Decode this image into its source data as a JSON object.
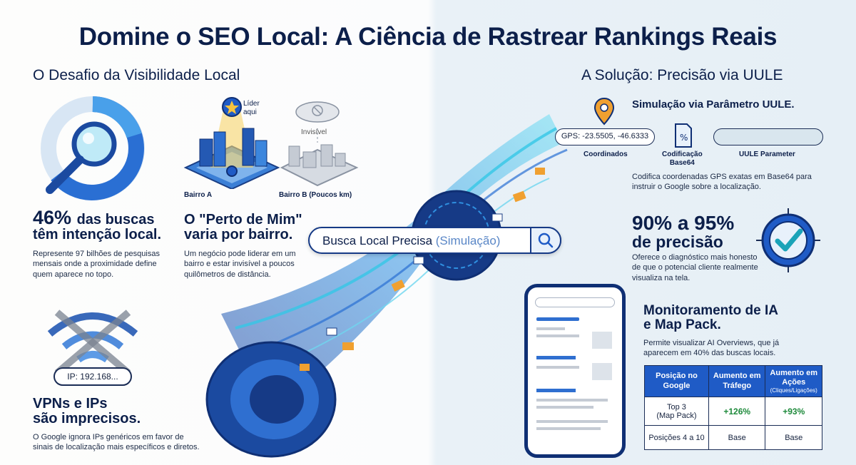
{
  "title": "Domine o SEO Local: A Ciência de Rastrear Rankings Reais",
  "left": {
    "heading": "O Desafio da Visibilidade Local",
    "stat1": {
      "big": "46%",
      "big_rest": "das buscas",
      "line2": "têm intenção local.",
      "desc": [
        "Represente 97 bilhões de pesquisas",
        "mensais onde a proximidade define",
        "quem aparece no topo."
      ]
    },
    "stat2": {
      "line1": "O \"Perto de Mim\"",
      "line2": "varia por bairro.",
      "desc": [
        "Um negócio pode liderar em um",
        "bairro e estar invisível a poucos",
        "quilômetros de distância."
      ]
    },
    "map": {
      "leader": [
        "Líder",
        "aqui"
      ],
      "invisible": "Invisível",
      "bairro_a": "Bairro A",
      "bairro_b": "Bairro B (Poucos km)"
    },
    "vpn": {
      "ip": "IP: 192.168...",
      "line1": "VPNs e IPs",
      "line2": "são imprecisos.",
      "desc": [
        "O Google ignora IPs genéricos em favor de",
        "sinais de localização mais específicos e diretos."
      ]
    }
  },
  "search": {
    "main": "Busca Local Precisa",
    "hint": "(Simulação)"
  },
  "right": {
    "heading": "A Solução: Precisão via UULE",
    "subheading": "Simulação via Parâmetro UULE.",
    "gps": "GPS: -23.5505, -46.6333",
    "labels": {
      "coords": "Coordinados",
      "encoding": [
        "Codificação",
        "Base64"
      ],
      "param": "UULE Parameter"
    },
    "desc_uule": [
      "Codifica coordenadas GPS exatas em Base64 para",
      "instruir o Google sobre a localização."
    ],
    "precision": {
      "line1": "90% a 95%",
      "line2": "de precisão",
      "desc": [
        "Oferece o diagnóstico mais honesto",
        "de que o potencial cliente realmente",
        "visualiza na tela."
      ]
    },
    "ia": {
      "line1": "Monitoramento de IA",
      "line2": "e Map Pack.",
      "desc": [
        "Permite visualizar AI Overviews, que já",
        "aparecem em 40% das buscas locais."
      ]
    },
    "table": {
      "headers": [
        [
          "Posição no",
          "Google"
        ],
        [
          "Aumento em",
          "Tráfego"
        ],
        [
          "Aumento em",
          "Ações"
        ]
      ],
      "header3_sub": "(Cliques/Ligações)",
      "rows": [
        [
          [
            "Top 3",
            "(Map Pack)"
          ],
          "+126%",
          "+93%"
        ],
        [
          [
            "Posições 4 a 10"
          ],
          "Base",
          "Base"
        ]
      ]
    }
  },
  "colors": {
    "navy": "#0c1f4a",
    "blue": "#1f5bc6",
    "green": "#1e8a3b",
    "orange": "#f0a030",
    "cyan": "#34c7e6"
  }
}
